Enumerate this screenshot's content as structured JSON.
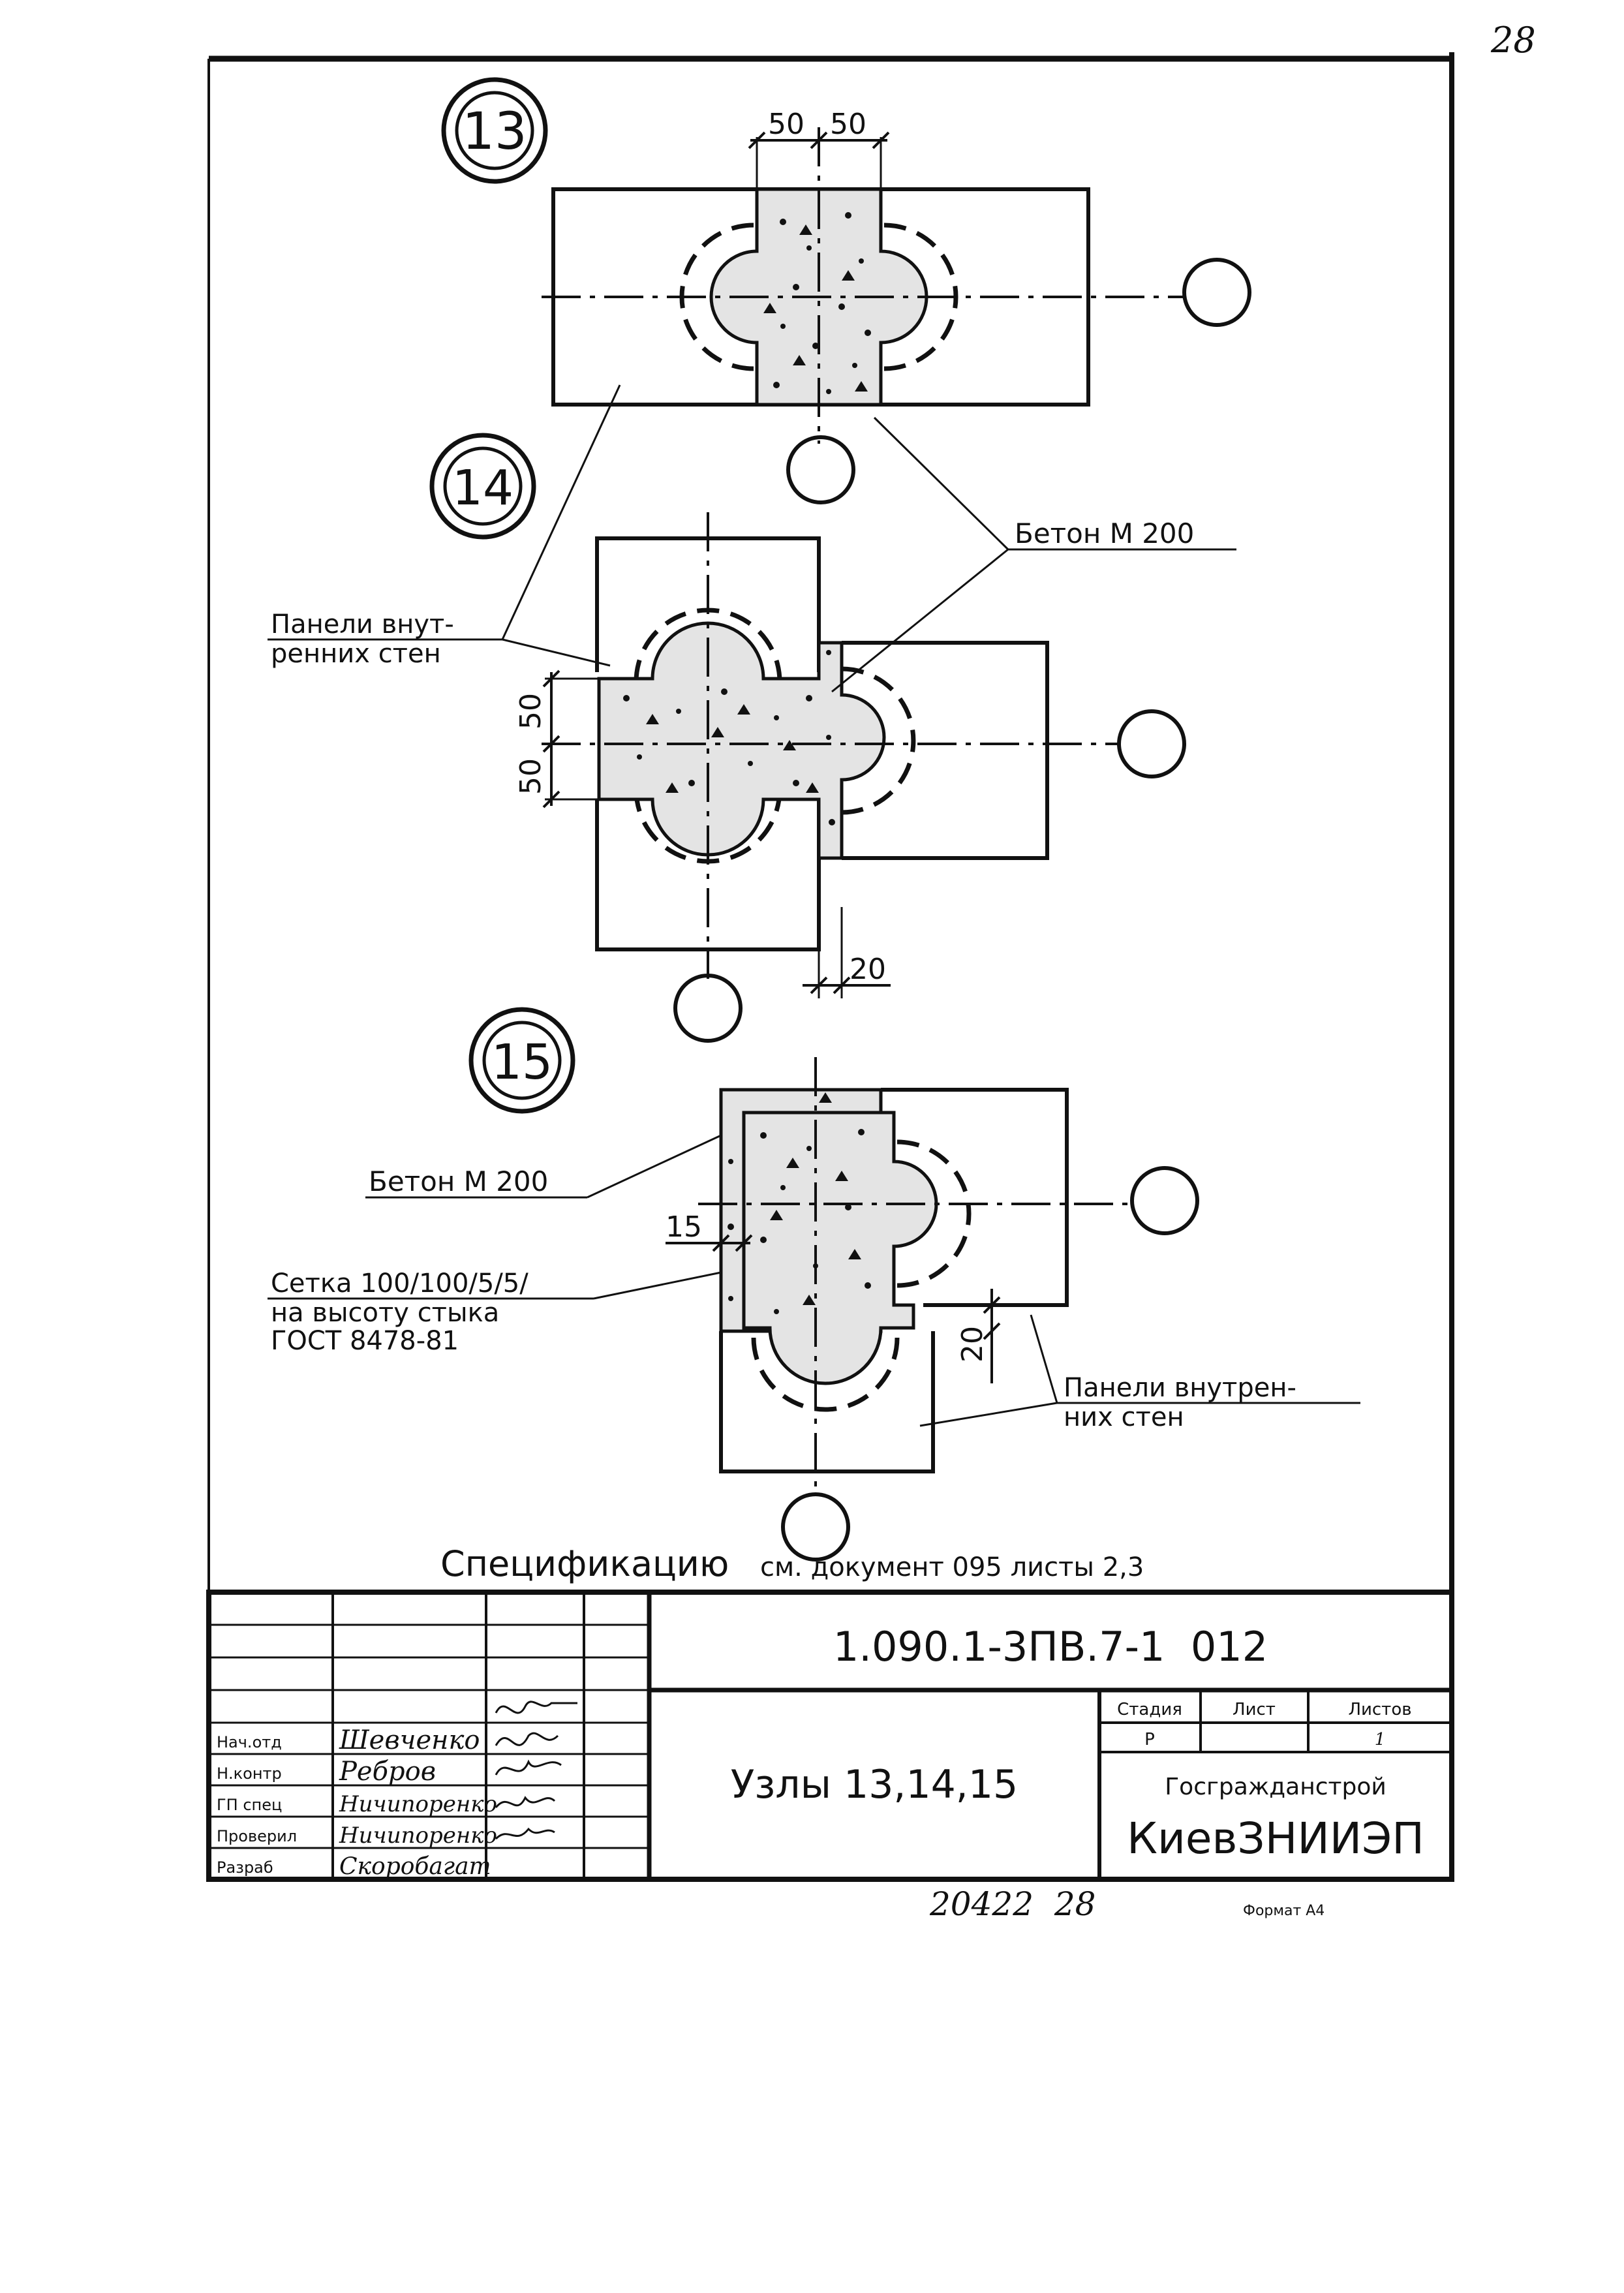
{
  "page_number": "28",
  "nodes": [
    {
      "label": "13",
      "dims": [
        "50",
        "50"
      ]
    },
    {
      "label": "14",
      "dims": [
        "50",
        "50",
        "20"
      ]
    },
    {
      "label": "15",
      "dims": [
        "15",
        "20"
      ]
    }
  ],
  "callouts": {
    "beton_1": "Бетон М 200",
    "panels_1_line1": "Панели внут-",
    "panels_1_line2": "ренних стен",
    "beton_2": "Бетон М 200",
    "mesh_line1": "Сетка 100/100/5/5/",
    "mesh_line2": "на высоту стыка",
    "mesh_line3": "ГОСТ 8478-81",
    "panels_2_line1": "Панели внутрен-",
    "panels_2_line2": "них стен"
  },
  "spec_note": {
    "lead": "Спецификацию",
    "rest": "см. документ 095 листы 2,3"
  },
  "title_block": {
    "doc_code": "1.090.1-3ПВ.7-1  012",
    "sheet_title": "Узлы 13,14,15",
    "stage_header": "Стадия",
    "sheet_header": "Лист",
    "sheets_header": "Листов",
    "stage_value": "Р",
    "sheet_value": "",
    "sheets_value": "1",
    "org_line1": "Госгражданстрой",
    "org_line2": "КиевЗНИИЭП",
    "roles": [
      {
        "role": "Нач.отд",
        "name": "Шевченко"
      },
      {
        "role": "Н.контр",
        "name": "Ребров"
      },
      {
        "role": "ГП спец",
        "name": "Ничипоренко"
      },
      {
        "role": "Проверил",
        "name": "Ничипоренко"
      },
      {
        "role": "Разраб",
        "name": "Скоробагат"
      }
    ]
  },
  "footer": {
    "inventory": "20422  28",
    "format": "Формат А4"
  }
}
